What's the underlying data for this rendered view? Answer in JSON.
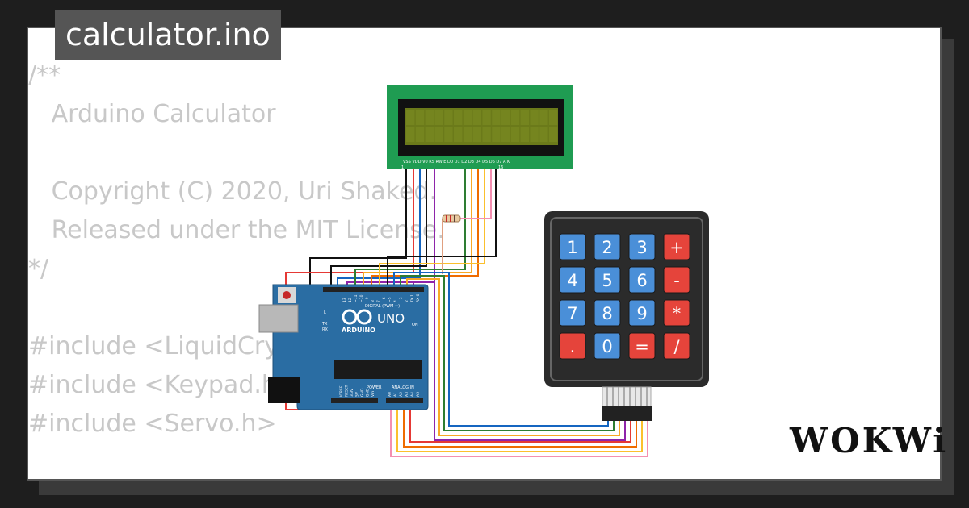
{
  "title": "calculator.ino",
  "code_lines": [
    "/**",
    "   Arduino Calculator",
    "",
    "   Copyright (C) 2020, Uri Shaked.",
    "   Released under the MIT License.",
    "*/",
    "",
    "#include <LiquidCrystal.h>",
    "#include <Keypad.h>",
    "#include <Servo.h>"
  ],
  "lcd": {
    "pin_labels": "VSS VDD V0 RS RW E D0 D1 D2 D3 D4 D5 D6 D7 A K",
    "pin_first": "1",
    "pin_last": "16"
  },
  "arduino": {
    "model": "UNO",
    "brand": "ARDUINO",
    "digital_label": "DIGITAL (PWM ~)",
    "analog_label": "ANALOG IN",
    "power_label": "POWER",
    "on_label": "ON",
    "aref": "AREF",
    "gnd": "GND",
    "l_label": "L",
    "tx_label": "TX",
    "rx_label": "RX",
    "digital_pins": [
      "13",
      "12",
      "~11",
      "~10",
      "~9",
      "8",
      "7",
      "~6",
      "~5",
      "4",
      "~3",
      "2",
      "TX 1",
      "RX 0"
    ],
    "power_pins": [
      "IOREF",
      "RESET",
      "3.3V",
      "5V",
      "GND",
      "GND",
      "Vin"
    ],
    "analog_pins": [
      "A0",
      "A1",
      "A2",
      "A3",
      "A4",
      "A5"
    ]
  },
  "keypad": {
    "keys": [
      "1",
      "2",
      "3",
      "+",
      "4",
      "5",
      "6",
      "-",
      "7",
      "8",
      "9",
      "*",
      ".",
      "0",
      "=",
      "/"
    ],
    "operator_keys": [
      "+",
      "-",
      "*",
      "/",
      ".",
      "="
    ]
  },
  "logo": "WOKWi",
  "colors": {
    "background": "#1e1e1e",
    "title_bg": "#555555",
    "code_text": "#c8c8c8",
    "arduino_board": "#2a6da3",
    "lcd_board": "#1f9c52",
    "lcd_screen": "#6b7a1a",
    "keypad_body": "#2b2b2b",
    "key_blue": "#4a8fd8",
    "key_red": "#e5443b"
  }
}
